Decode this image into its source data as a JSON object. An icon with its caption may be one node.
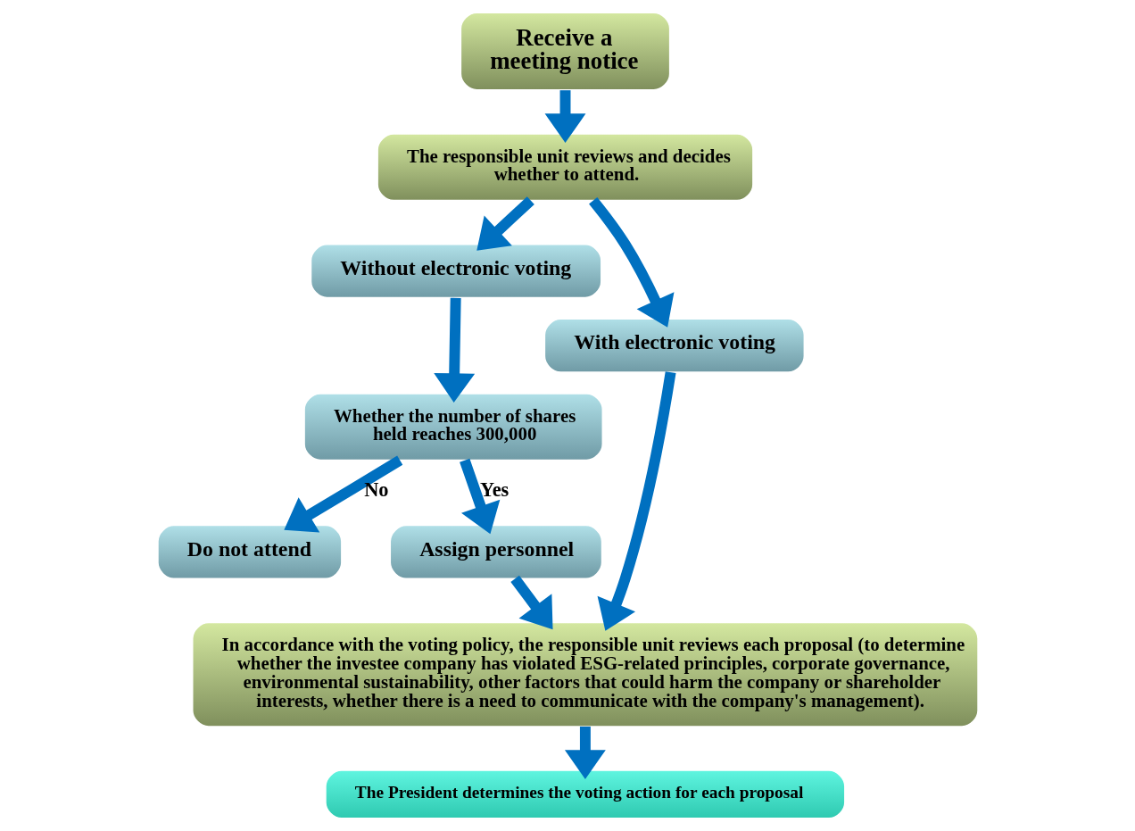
{
  "diagram": {
    "nodes": [
      {
        "text": [
          "Receive a meeting notice"
        ]
      },
      {
        "text": [
          "The responsible unit reviews and decides whether to attend."
        ]
      },
      {
        "text": [
          "Without electronic voting"
        ]
      },
      {
        "text": [
          "With electronic voting"
        ]
      },
      {
        "text": [
          "Whether the number of shares held reaches 300,000"
        ]
      },
      {
        "text": [
          "Do not attend"
        ]
      },
      {
        "text": [
          "Assign personnel"
        ]
      },
      {
        "text": [
          "In accordance with the voting policy, the responsible unit reviews each proposal (to determine whether the investee company has violated ESG-related principles, corporate governance, environmental sustainability, other factors that could harm the company or shareholder interests, whether there is a need to communicate with the company's management)."
        ]
      },
      {
        "text": [
          "The President determines the voting action for each proposal"
        ]
      }
    ],
    "edges": [
      {
        "from": 0,
        "to": 1,
        "arrow": "to"
      },
      {
        "from": 1,
        "to": 2,
        "arrow": "to"
      },
      {
        "from": 1,
        "to": 3,
        "arrow": "to"
      },
      {
        "from": 2,
        "to": 4,
        "arrow": "to"
      },
      {
        "from": 4,
        "to": 5,
        "arrow": "to",
        "label": "No"
      },
      {
        "from": 4,
        "to": 6,
        "arrow": "to",
        "label": "Yes"
      },
      {
        "from": 6,
        "to": 7,
        "arrow": "to"
      },
      {
        "from": 3,
        "to": 7,
        "arrow": "to"
      },
      {
        "from": 7,
        "to": 8,
        "arrow": "to"
      }
    ]
  }
}
